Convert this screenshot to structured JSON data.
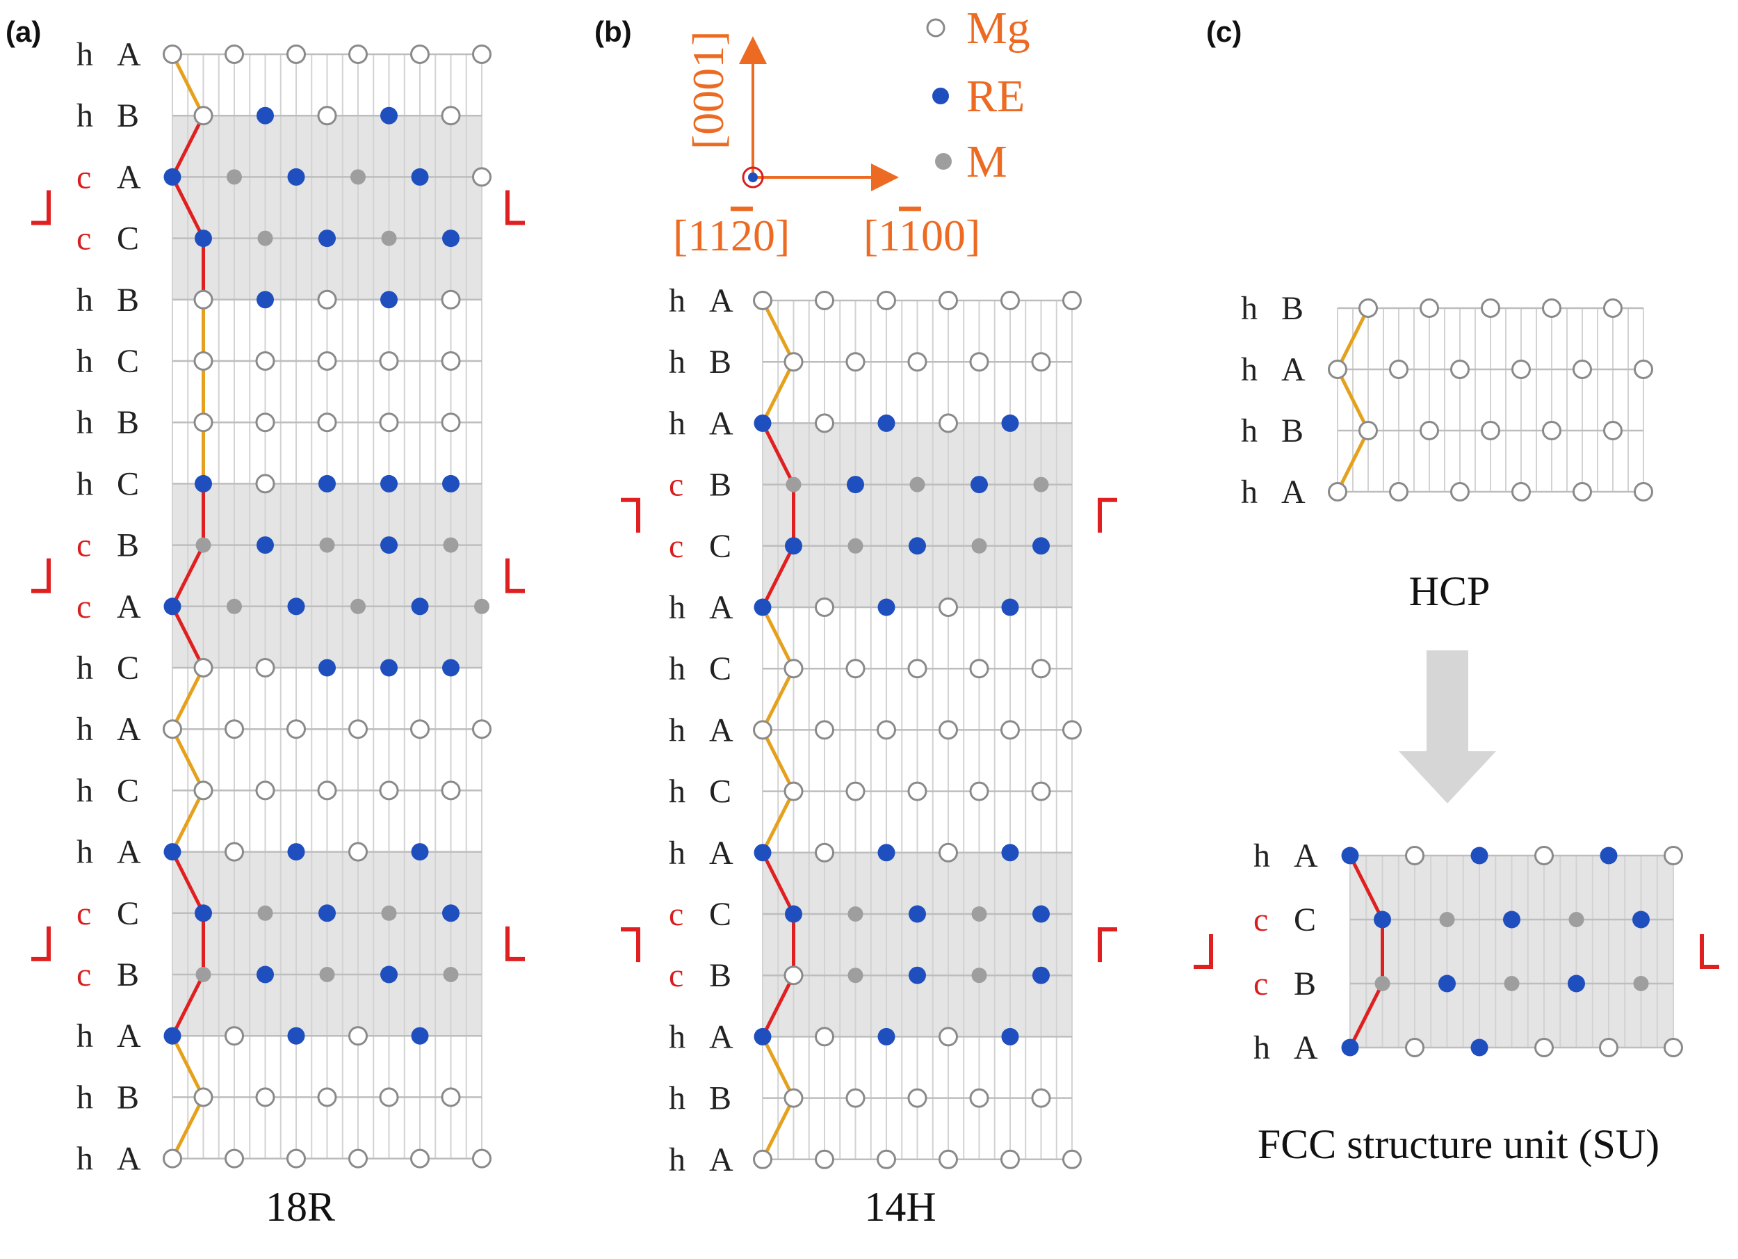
{
  "colors": {
    "mg_fill": "#ffffff",
    "mg_stroke": "#8a8a8a",
    "re": "#1f4fbf",
    "m": "#9e9e9e",
    "shade": "#e4e4e4",
    "zig_hcp": "#e5a11e",
    "zig_fcc": "#e02020",
    "bracket": "#e02020",
    "accent": "#ec6a22",
    "label_c": "#d81e1e"
  },
  "legend": {
    "items": [
      {
        "symbol": "Mg",
        "label": "Mg"
      },
      {
        "symbol": "RE",
        "label": "RE"
      },
      {
        "symbol": "M",
        "label": "M"
      }
    ]
  },
  "axes": {
    "vertical": "[0001]",
    "horizontal_main": "[1",
    "horizontal_bar": "1",
    "horizontal_tail": "00]",
    "out_of_plane_main": "[11",
    "out_of_plane_bar": "2",
    "out_of_plane_tail": "0]"
  },
  "panels": [
    {
      "tag": "(a)",
      "caption": "18R",
      "rows": [
        {
          "type": "h",
          "stack": "A",
          "offset": 0,
          "atoms": "OOOOOO",
          "shaded": false,
          "bend": false
        },
        {
          "type": "h",
          "stack": "B",
          "offset": 1,
          "atoms": "ORORO",
          "shaded": true,
          "bend": false
        },
        {
          "type": "c",
          "stack": "A",
          "offset": 0,
          "atoms": "RMRMRO",
          "shaded": true,
          "bend": false
        },
        {
          "type": "c",
          "stack": "C",
          "offset": 1,
          "atoms": "RMRMR",
          "shaded": true,
          "bend": false
        },
        {
          "type": "h",
          "stack": "B",
          "offset": 1,
          "atoms": "ORORO",
          "shaded": true,
          "bend": true
        },
        {
          "type": "h",
          "stack": "C",
          "offset": 1,
          "atoms": "OOOOO",
          "shaded": false,
          "bend": false
        },
        {
          "type": "h",
          "stack": "B",
          "offset": 1,
          "atoms": "OOOOO",
          "shaded": false,
          "bend": true
        },
        {
          "type": "h",
          "stack": "C",
          "offset": 1,
          "atoms": "RORRR",
          "shaded": true,
          "bend": false
        },
        {
          "type": "c",
          "stack": "B",
          "offset": 1,
          "atoms": "MRMRM",
          "shaded": true,
          "bend": false
        },
        {
          "type": "c",
          "stack": "A",
          "offset": 0,
          "atoms": "RMRMRM",
          "shaded": true,
          "bend": false
        },
        {
          "type": "h",
          "stack": "C",
          "offset": 1,
          "atoms": "OORRR",
          "shaded": true,
          "bend": true
        },
        {
          "type": "h",
          "stack": "A",
          "offset": 0,
          "atoms": "OOOOOO",
          "shaded": false,
          "bend": false
        },
        {
          "type": "h",
          "stack": "C",
          "offset": 1,
          "atoms": "OOOOO",
          "shaded": false,
          "bend": true
        },
        {
          "type": "h",
          "stack": "A",
          "offset": 0,
          "atoms": "ROROR",
          "shaded": true,
          "bend": false
        },
        {
          "type": "c",
          "stack": "C",
          "offset": 1,
          "atoms": "RMRMR",
          "shaded": true,
          "bend": false
        },
        {
          "type": "c",
          "stack": "B",
          "offset": 1,
          "atoms": "MRMRM",
          "shaded": true,
          "bend": false
        },
        {
          "type": "h",
          "stack": "A",
          "offset": 0,
          "atoms": "ROROR",
          "shaded": true,
          "bend": true
        },
        {
          "type": "h",
          "stack": "B",
          "offset": 1,
          "atoms": "OOOOO",
          "shaded": false,
          "bend": false
        },
        {
          "type": "h",
          "stack": "A",
          "offset": 0,
          "atoms": "OOOOOO",
          "shaded": false,
          "bend": false
        }
      ]
    },
    {
      "tag": "(b)",
      "caption": "14H",
      "rows": [
        {
          "type": "h",
          "stack": "A",
          "offset": 0,
          "atoms": "OOOOOO",
          "shaded": false,
          "bend": false
        },
        {
          "type": "h",
          "stack": "B",
          "offset": 1,
          "atoms": "OOOOO",
          "shaded": false,
          "bend": true
        },
        {
          "type": "h",
          "stack": "A",
          "offset": 0,
          "atoms": "ROROR",
          "shaded": true,
          "bend": true
        },
        {
          "type": "c",
          "stack": "B",
          "offset": 1,
          "atoms": "MRMRM",
          "shaded": true,
          "bend": false
        },
        {
          "type": "c",
          "stack": "C",
          "offset": 1,
          "atoms": "RMRMR",
          "shaded": true,
          "bend": false
        },
        {
          "type": "h",
          "stack": "A",
          "offset": 0,
          "atoms": "ROROR",
          "shaded": true,
          "bend": true
        },
        {
          "type": "h",
          "stack": "C",
          "offset": 1,
          "atoms": "OOOOO",
          "shaded": false,
          "bend": false
        },
        {
          "type": "h",
          "stack": "A",
          "offset": 0,
          "atoms": "OOOOOO",
          "shaded": false,
          "bend": false
        },
        {
          "type": "h",
          "stack": "C",
          "offset": 1,
          "atoms": "OOOOO",
          "shaded": false,
          "bend": true
        },
        {
          "type": "h",
          "stack": "A",
          "offset": 0,
          "atoms": "ROROR",
          "shaded": true,
          "bend": true
        },
        {
          "type": "c",
          "stack": "C",
          "offset": 1,
          "atoms": "RMRMR",
          "shaded": true,
          "bend": false
        },
        {
          "type": "c",
          "stack": "B",
          "offset": 1,
          "atoms": "OMRMR",
          "shaded": true,
          "bend": false
        },
        {
          "type": "h",
          "stack": "A",
          "offset": 0,
          "atoms": "ROROR",
          "shaded": true,
          "bend": true
        },
        {
          "type": "h",
          "stack": "B",
          "offset": 1,
          "atoms": "OOOOO",
          "shaded": false,
          "bend": false
        },
        {
          "type": "h",
          "stack": "A",
          "offset": 0,
          "atoms": "OOOOOO",
          "shaded": false,
          "bend": false
        }
      ]
    },
    {
      "tag": "(c)",
      "caption_hcp": "HCP",
      "caption_fcc": "FCC structure unit (SU)",
      "hcp_rows": [
        {
          "type": "h",
          "stack": "B",
          "offset": 1,
          "atoms": "OOOOO",
          "shaded": false,
          "bend": false
        },
        {
          "type": "h",
          "stack": "A",
          "offset": 0,
          "atoms": "OOOOOO",
          "shaded": false,
          "bend": true
        },
        {
          "type": "h",
          "stack": "B",
          "offset": 1,
          "atoms": "OOOOO",
          "shaded": false,
          "bend": true
        },
        {
          "type": "h",
          "stack": "A",
          "offset": 0,
          "atoms": "OOOOOO",
          "shaded": false,
          "bend": false
        }
      ],
      "fcc_rows": [
        {
          "type": "h",
          "stack": "A",
          "offset": 0,
          "atoms": "RORORO",
          "shaded": true,
          "bend": false
        },
        {
          "type": "c",
          "stack": "C",
          "offset": 1,
          "atoms": "RMRMR",
          "shaded": true,
          "bend": false
        },
        {
          "type": "c",
          "stack": "B",
          "offset": 1,
          "atoms": "MRMRM",
          "shaded": true,
          "bend": false
        },
        {
          "type": "h",
          "stack": "A",
          "offset": 0,
          "atoms": "ROROOO",
          "shaded": true,
          "bend": false
        }
      ]
    }
  ]
}
